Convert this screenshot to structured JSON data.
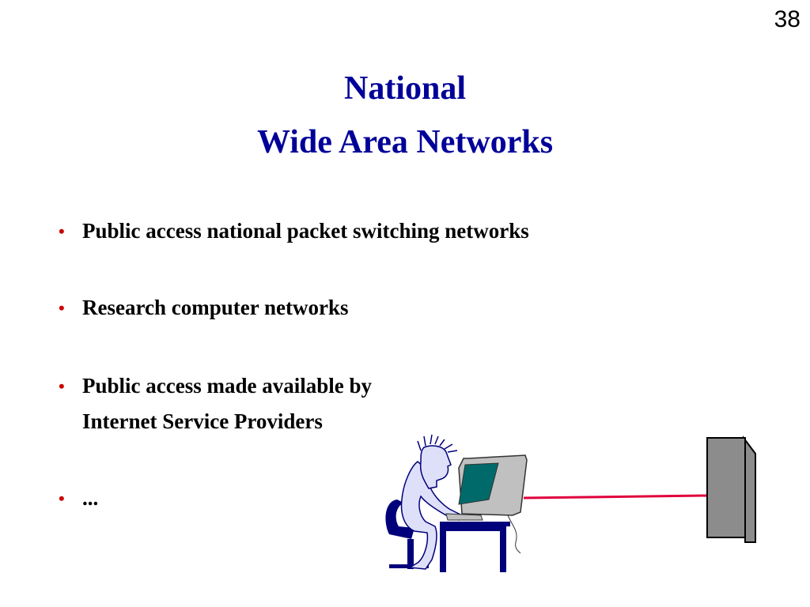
{
  "slide": {
    "page_number": "38",
    "title_line_1": "National",
    "title_line_2": "Wide Area Networks",
    "bullets": [
      {
        "text": "Public access national packet switching networks"
      },
      {
        "text": "Research computer networks"
      },
      {
        "text_line_1": "Public access made available by",
        "text_line_2": "Internet Service Providers"
      },
      {
        "text": "..."
      }
    ]
  },
  "colors": {
    "title": "#000099",
    "bullet_dot": "#cc0000",
    "connection_line": "#e0003c",
    "person_body": "#dde0f8",
    "chair_desk": "#00007a",
    "monitor_screen": "#006a6a",
    "monitor_body": "#c0c0c0",
    "server": "#8c8c8c"
  },
  "icons": {
    "person_at_computer": "person-at-computer-icon",
    "server_tower": "server-tower-icon"
  }
}
